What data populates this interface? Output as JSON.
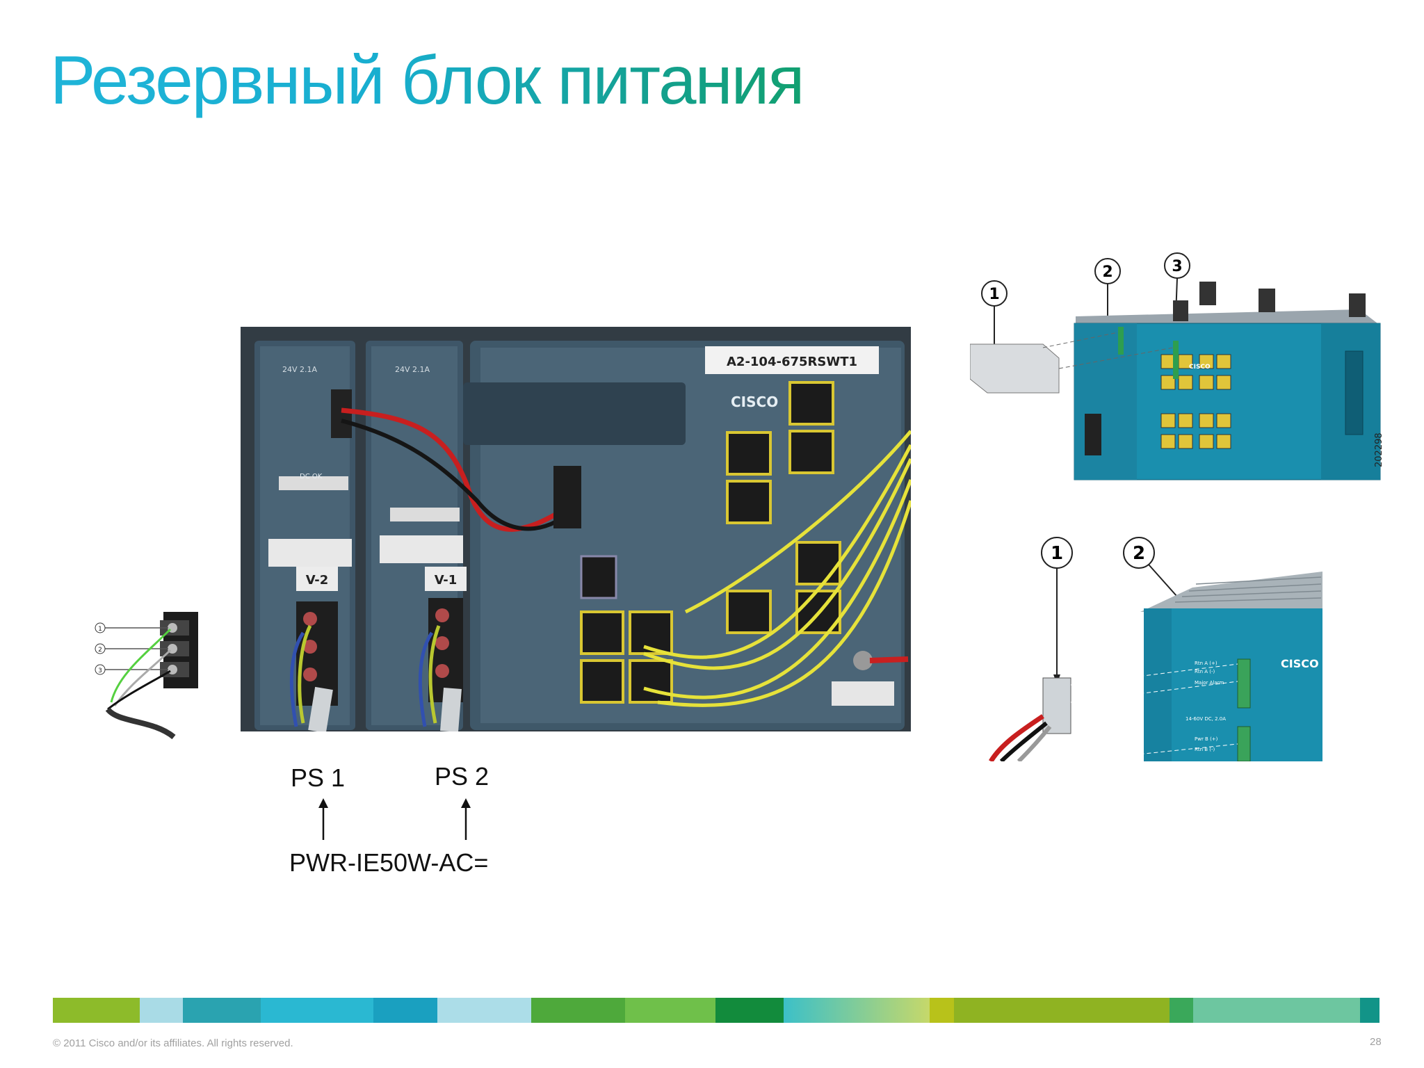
{
  "slide": {
    "title": "Резервный блок питания",
    "labels": {
      "ps1": "PS 1",
      "ps2": "PS 2",
      "model": "PWR-IE50W-AC="
    },
    "footer": "© 2011 Cisco and/or its affiliates. All rights reserved.",
    "page_number": "28"
  },
  "photo": {
    "device_label": "A2-104-675RSWT1",
    "brand": "CISCO",
    "psu_left_tag": "V-2",
    "psu_right_tag": "V-1",
    "psu_left_model": "24V 2.1A",
    "psu_right_model": "24V 2.1A",
    "dc_ok": "DC OK"
  },
  "diagram_top": {
    "callouts": [
      "1",
      "2",
      "3"
    ],
    "figure_id": "202298",
    "brand": "CISCO"
  },
  "diagram_bottom": {
    "callouts": [
      "1",
      "2"
    ],
    "brand": "CISCO",
    "pin_labels": [
      "Rtn A (+)",
      "Rtn A (-)",
      "Major Alarm",
      "Pwr B (+)",
      "Rtn B (-)"
    ],
    "warning": "14-60V DC, 2.0A"
  },
  "terminal": {
    "callouts": [
      "1",
      "2",
      "3"
    ]
  },
  "colors": {
    "title_start": "#1fb4d8",
    "title_end": "#12a070",
    "switch_teal": "#1a8fae"
  }
}
